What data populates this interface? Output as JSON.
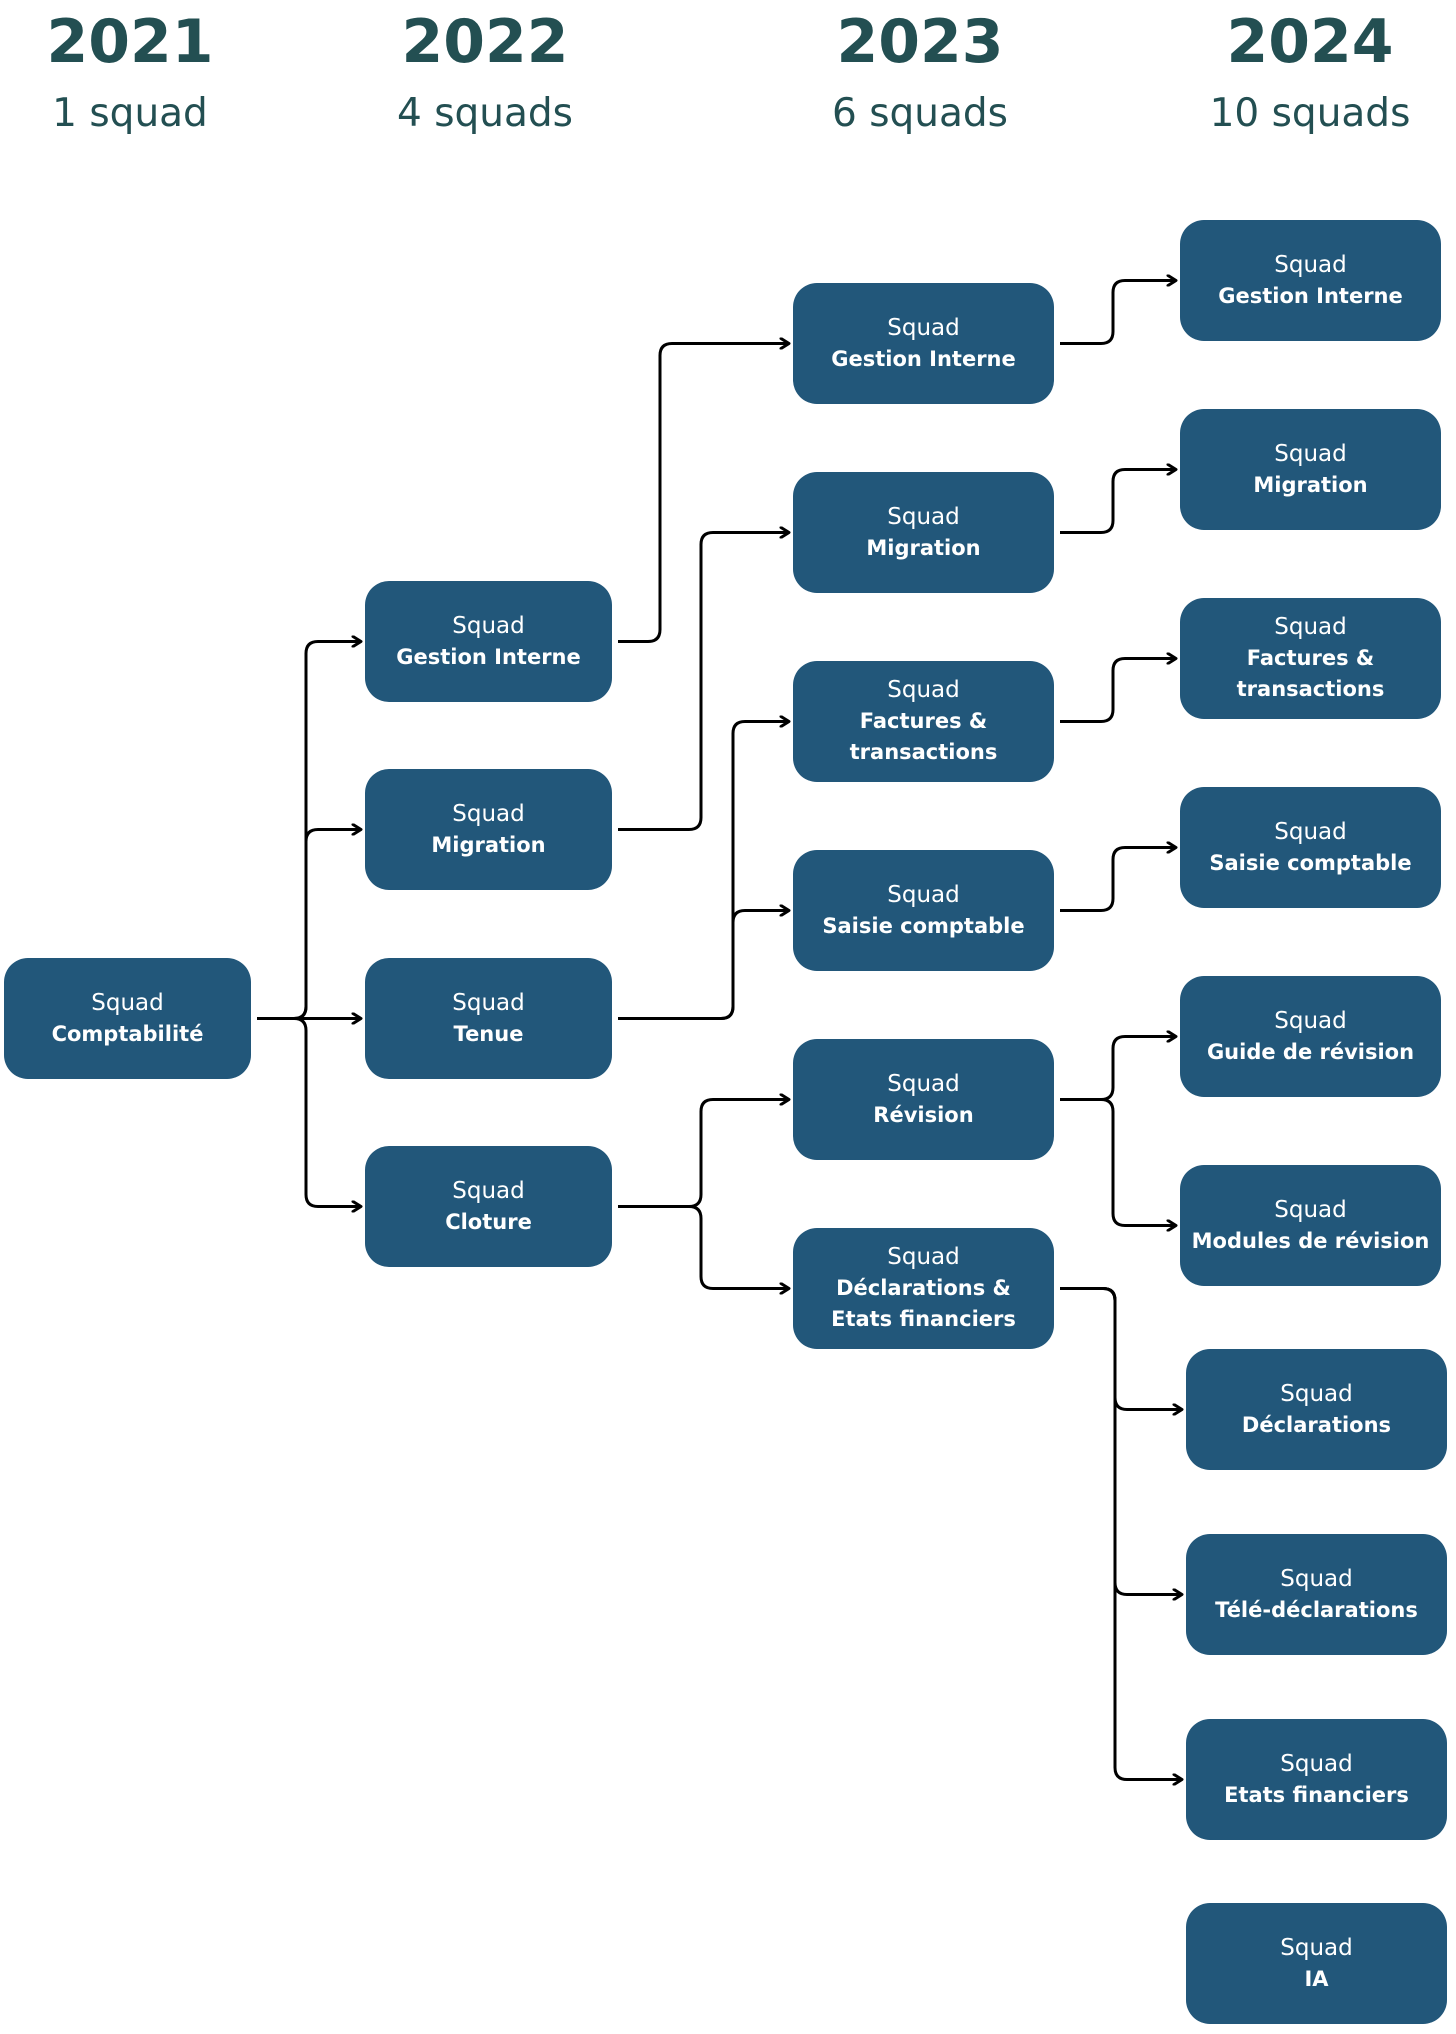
{
  "headers": [
    {
      "year": "2021",
      "squads": "1 squad"
    },
    {
      "year": "2022",
      "squads": "4 squads"
    },
    {
      "year": "2023",
      "squads": "6 squads"
    },
    {
      "year": "2024",
      "squads": "10 squads"
    }
  ],
  "prefix": "Squad",
  "nodes": {
    "c2021_comptabilite": "Comptabilité",
    "c2022_gestion": "Gestion Interne",
    "c2022_migration": "Migration",
    "c2022_tenue": "Tenue",
    "c2022_cloture": "Cloture",
    "c2023_gestion": "Gestion Interne",
    "c2023_migration": "Migration",
    "c2023_factures": "Factures & transactions",
    "c2023_saisie": "Saisie comptable",
    "c2023_revision": "Révision",
    "c2023_declarations": "Déclarations & Etats financiers",
    "c2024_gestion": "Gestion Interne",
    "c2024_migration": "Migration",
    "c2024_factures": "Factures & transactions",
    "c2024_saisie": "Saisie comptable",
    "c2024_guide": "Guide de révision",
    "c2024_modules": "Modules de révision",
    "c2024_declarations": "Déclarations",
    "c2024_teledeclarations": "Télé-déclarations",
    "c2024_etats": "Etats financiers",
    "c2024_ia": "IA"
  },
  "links": [
    [
      "c2021_comptabilite",
      "c2022_gestion"
    ],
    [
      "c2021_comptabilite",
      "c2022_migration"
    ],
    [
      "c2021_comptabilite",
      "c2022_tenue"
    ],
    [
      "c2021_comptabilite",
      "c2022_cloture"
    ],
    [
      "c2022_gestion",
      "c2023_gestion"
    ],
    [
      "c2022_migration",
      "c2023_migration"
    ],
    [
      "c2022_tenue",
      "c2023_factures"
    ],
    [
      "c2022_tenue",
      "c2023_saisie"
    ],
    [
      "c2022_cloture",
      "c2023_revision"
    ],
    [
      "c2022_cloture",
      "c2023_declarations"
    ],
    [
      "c2023_gestion",
      "c2024_gestion"
    ],
    [
      "c2023_migration",
      "c2024_migration"
    ],
    [
      "c2023_factures",
      "c2024_factures"
    ],
    [
      "c2023_saisie",
      "c2024_saisie"
    ],
    [
      "c2023_revision",
      "c2024_guide"
    ],
    [
      "c2023_revision",
      "c2024_modules"
    ],
    [
      "c2023_declarations",
      "c2024_declarations"
    ],
    [
      "c2023_declarations",
      "c2024_teledeclarations"
    ],
    [
      "c2023_declarations",
      "c2024_etats"
    ]
  ]
}
